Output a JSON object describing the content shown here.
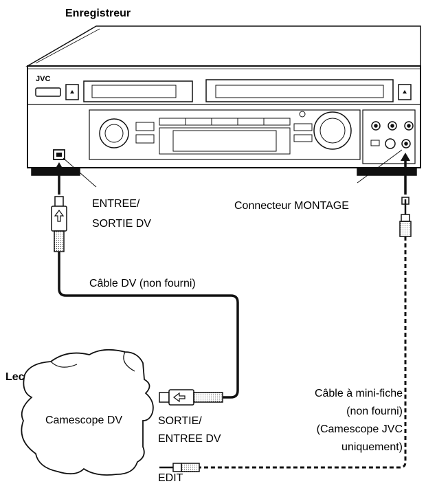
{
  "recorder": {
    "title": "Enregistreur",
    "brand": "JVC",
    "dv_port_label": [
      "ENTREE/",
      "SORTIE DV"
    ],
    "edit_connector_label": "Connecteur MONTAGE"
  },
  "player": {
    "title": "Lecteur",
    "device_label": "Camescope DV",
    "dv_port_label": [
      "SORTIE/",
      "ENTREE DV"
    ],
    "edit_label": "EDIT"
  },
  "cables": {
    "dv_cable_label": "Câble DV (non fourni)",
    "mini_plug_label": [
      "Câble à mini-fiche",
      "(non fourni)",
      "(Camescope JVC",
      "uniquement)"
    ]
  }
}
